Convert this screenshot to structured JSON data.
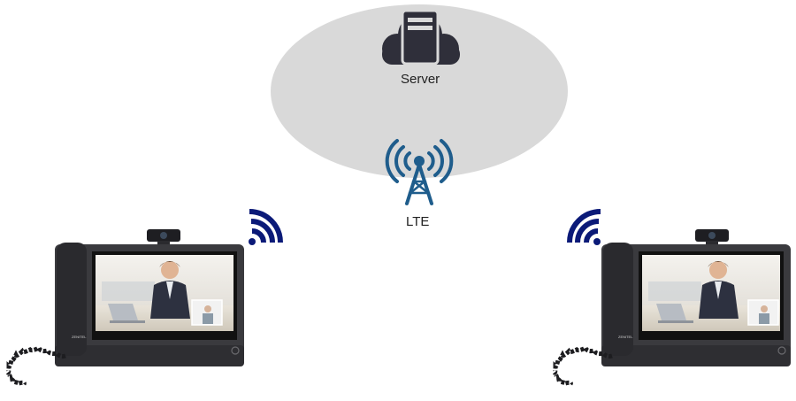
{
  "labels": {
    "server": "Server",
    "lte": "LTE"
  },
  "brand": {
    "phone_logo": "ZENITEL"
  },
  "colors": {
    "cloud_bg": "#d9d9d9",
    "icon_dark": "#2f2f3a",
    "lte_blue": "#1f5d8c",
    "wifi_blue": "#0b1a78",
    "phone_body": "#3a3a3e"
  },
  "icons": {
    "server": "cloud-server-icon",
    "tower": "lte-tower-icon",
    "signal": "wifi-signal-icon"
  }
}
